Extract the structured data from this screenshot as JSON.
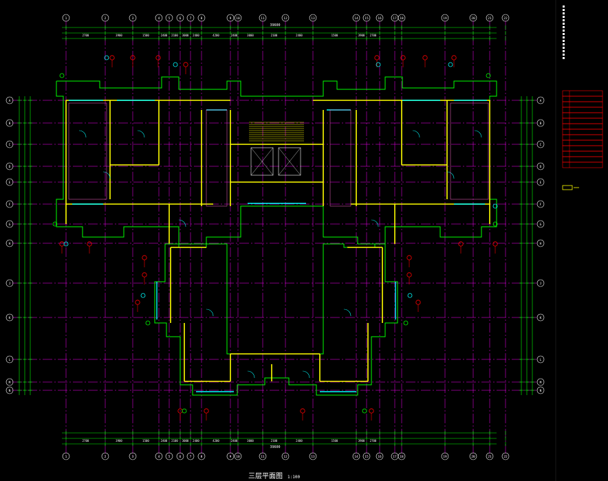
{
  "drawing": {
    "title": "三层平面图",
    "scale": "1:100",
    "colors": {
      "background": "#000000",
      "axis": "#ff00ff",
      "dimension": "#00ff00",
      "wall": "#ffff00",
      "outline": "#00ff00",
      "window": "#00ffff",
      "tag": "#ff0000",
      "white": "#ffffff",
      "pink": "#ff66cc"
    }
  },
  "top_axes": [
    "1",
    "2",
    "3",
    "4",
    "5",
    "6",
    "7",
    "8",
    "9",
    "10",
    "11",
    "12",
    "13",
    "14",
    "15",
    "16",
    "17",
    "18",
    "19",
    "20",
    "21",
    "22"
  ],
  "bottom_axes": [
    "1",
    "2",
    "3",
    "4",
    "5",
    "6",
    "7",
    "8",
    "9",
    "10",
    "11",
    "12",
    "13",
    "14",
    "15",
    "16",
    "17",
    "18",
    "19",
    "20",
    "21",
    "22"
  ],
  "left_axes": [
    "A",
    "B",
    "C",
    "D",
    "E",
    "F",
    "G",
    "H",
    "J",
    "K",
    "L",
    "M",
    "N"
  ],
  "right_axes": [
    "A",
    "B",
    "C",
    "D",
    "E",
    "F",
    "G",
    "H",
    "J",
    "K",
    "L",
    "M",
    "N"
  ],
  "top_dims": [
    "2700",
    "3900",
    "1500",
    "2400",
    "2100",
    "3000",
    "2400",
    "4200",
    "2400",
    "3000",
    "2100",
    "2400",
    "1500",
    "3900",
    "2700"
  ],
  "total_dim_top": "39600",
  "total_dim_bottom": "39600",
  "legend": {
    "rows": [
      "",
      "",
      "",
      "",
      "",
      "",
      "",
      "",
      "",
      "",
      "",
      "",
      "",
      ""
    ],
    "note": ""
  },
  "notes_column": [
    "",
    "",
    "",
    "",
    "",
    "",
    "",
    ""
  ]
}
